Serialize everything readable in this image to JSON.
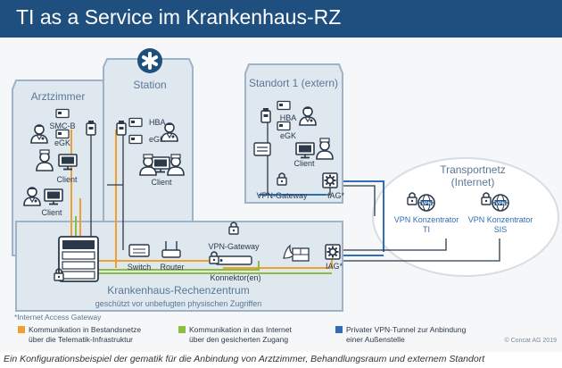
{
  "header": {
    "title": "TI as a Service im Krankenhaus-RZ"
  },
  "rooms": {
    "arztzimmer": "Arztzimmer",
    "station": "Station",
    "standort": "Standort 1 (extern)",
    "rz_title": "Krankenhaus-Rechenzentrum",
    "rz_subtitle": "geschützt vor unbefugten physischen Zugriffen"
  },
  "devices": {
    "smcb": "SMC-B",
    "egk": "eGK",
    "hba": "HBA",
    "client": "Client",
    "switch": "Switch",
    "router": "Router",
    "vpn_gateway": "VPN-Gateway",
    "konnektor": "Konnektor(en)",
    "iag": "IAG",
    "iag_star": "IAG*"
  },
  "transport": {
    "title_line1": "Transportnetz",
    "title_line2": "(Internet)",
    "ti_line1": "VPN Konzentrator",
    "ti_line2": "TI",
    "sis_line1": "VPN Konzentrator",
    "sis_line2": "SIS",
    "vpn_badge": "VPN"
  },
  "footnote": "*Internet Access Gateway",
  "legend": [
    {
      "line1": "Kommunikation in Bestandsnetze",
      "line2": "über die Telematik-Infrastruktur",
      "color": "#f0a030"
    },
    {
      "line1": "Kommunikation in das Internet",
      "line2": "über den gesicherten Zugang",
      "color": "#8cbd3f"
    },
    {
      "line1": "Privater VPN-Tunnel zur Anbindung",
      "line2": "einer Außenstelle",
      "color": "#2f6db5"
    }
  ],
  "copyright": "© Concat AG 2019",
  "caption": "Ein Konfigurationsbeispiel der gematik für die Anbindung von Arztzimmer, Behandlungsraum und externem Standort",
  "colors": {
    "banner": "#1f4f7f",
    "room_fill": "#dfe7ef",
    "room_stroke": "#9eb3c8",
    "label": "#5a7896",
    "ti_line": "#f0a030",
    "internet_line": "#8cbd3f",
    "vpn_line": "#2f6db5"
  }
}
